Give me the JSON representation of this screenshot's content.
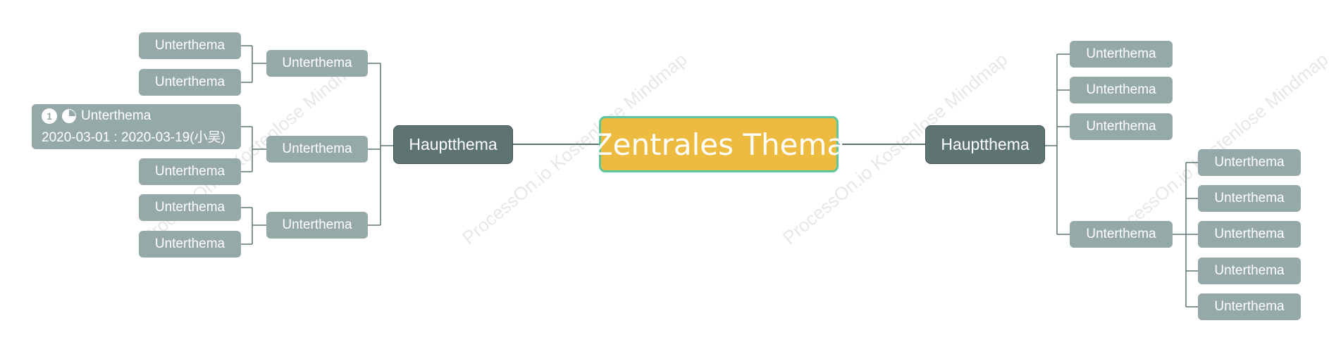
{
  "watermark": "ProcessOn.io Kostenlose Mindmap",
  "colors": {
    "central_fill": "#ecbb3f",
    "central_border": "#5cc6a1",
    "main_topic_fill": "#5d7473",
    "subtopic_fill": "#95a9a8",
    "connector": "#5d7473"
  },
  "central": {
    "label": "Zentrales Thema"
  },
  "left": {
    "main": {
      "label": "Hauptthema"
    },
    "subtopics": [
      {
        "label": "Unterthema",
        "children": [
          {
            "label": "Unterthema"
          },
          {
            "label": "Unterthema"
          }
        ]
      },
      {
        "label": "Unterthema",
        "children": [
          {
            "label": "Unterthema",
            "icons": [
              "1",
              "progress-pie"
            ],
            "progress": 0.25,
            "dates": "2020-03-01 : 2020-03-19(小吴)"
          },
          {
            "label": "Unterthema"
          }
        ]
      },
      {
        "label": "Unterthema",
        "children": [
          {
            "label": "Unterthema"
          },
          {
            "label": "Unterthema"
          }
        ]
      }
    ]
  },
  "right": {
    "main": {
      "label": "Hauptthema"
    },
    "subtopics": [
      {
        "label": "Unterthema"
      },
      {
        "label": "Unterthema"
      },
      {
        "label": "Unterthema"
      },
      {
        "label": "Unterthema",
        "children": [
          {
            "label": "Unterthema"
          },
          {
            "label": "Unterthema"
          },
          {
            "label": "Unterthema"
          },
          {
            "label": "Unterthema"
          },
          {
            "label": "Unterthema"
          }
        ]
      }
    ]
  }
}
